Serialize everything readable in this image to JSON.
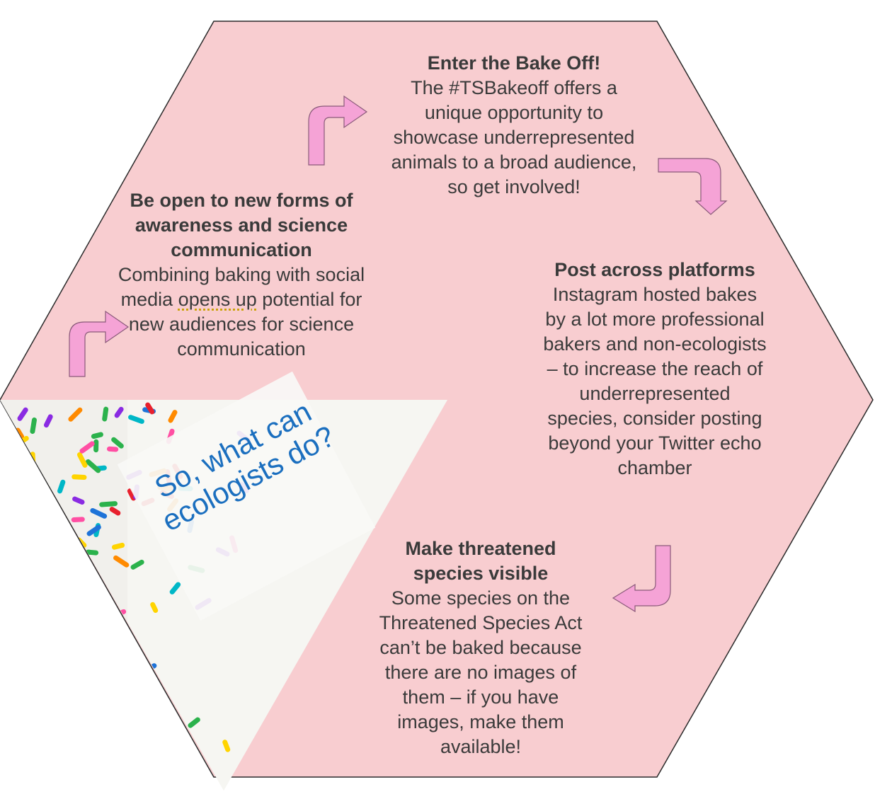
{
  "question": "So, what can ecologists do?",
  "colors": {
    "hexagon_fill": "#f8cdd0",
    "hexagon_stroke": "#2a2a2a",
    "arrow_fill": "#f5a3d6",
    "arrow_stroke": "#8a5a7a",
    "question_text": "#1b6fbf",
    "icing": "#f1f0ec"
  },
  "blocks": {
    "bake_off": {
      "heading": "Enter the Bake Off!",
      "body": "The #TSBakeoff offers a unique opportunity to showcase underrepresented animals to a broad audience, so get involved!"
    },
    "post_across": {
      "heading": "Post across platforms",
      "body": "Instagram hosted bakes by a lot more professional bakers and non-ecologists – to increase the reach of underrepresented species, consider posting beyond your Twitter echo chamber"
    },
    "threatened": {
      "heading": "Make threatened species visible",
      "body": "Some species on the Threatened Species Act can’t be baked because there are no images of them – if you have images, make them available!"
    },
    "awareness": {
      "heading": "Be open to new forms of awareness and science communication",
      "body_before": "Combining baking with social media ",
      "body_underlined": "opens up",
      "body_after": " potential for new audiences for science communication"
    }
  },
  "image_icons": [
    "sprinkles-photo"
  ],
  "arrow_icons": [
    "bent-arrow-up-right",
    "bent-arrow-right-down",
    "bent-arrow-down-left"
  ]
}
